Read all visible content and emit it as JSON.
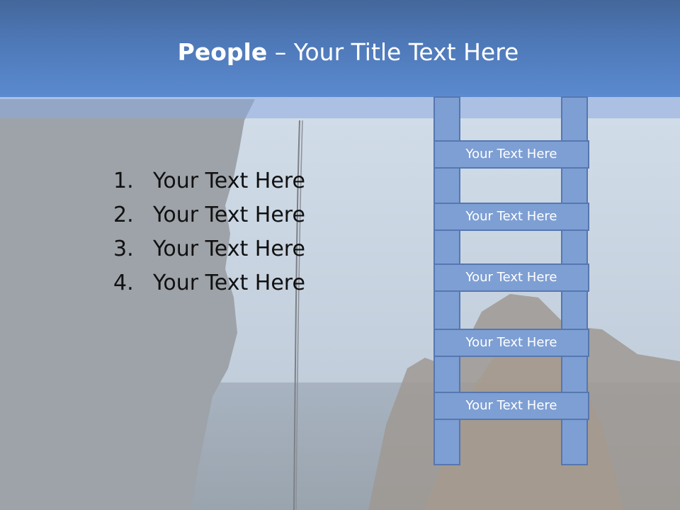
{
  "title": {
    "bold": "People",
    "rest": " – Your Title Text Here"
  },
  "list": [
    {
      "num": "1.",
      "text": "Your Text Here"
    },
    {
      "num": "2.",
      "text": "Your Text Here"
    },
    {
      "num": "3.",
      "text": "Your Text Here"
    },
    {
      "num": "4.",
      "text": "Your Text Here"
    }
  ],
  "ladder": {
    "rungs": [
      "Your Text Here",
      "Your Text Here",
      "Your Text Here",
      "Your Text Here",
      "Your Text Here"
    ]
  },
  "colors": {
    "header": "#4e79b8",
    "ladder_fill": "#7e9fd3",
    "ladder_border": "#5677b0",
    "title_text": "#ffffff"
  }
}
